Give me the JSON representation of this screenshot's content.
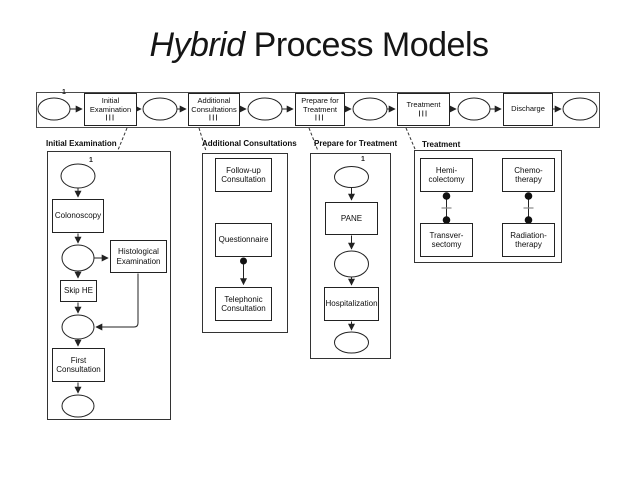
{
  "slide": {
    "title_em": "Hybrid",
    "title_rest": " Process Models"
  },
  "pool": {
    "instance_label": "1",
    "activities": [
      {
        "label": "Initial\nExamination",
        "marker": "|||"
      },
      {
        "label": "Additional\nConsultations",
        "marker": "|||"
      },
      {
        "label": "Prepare for\nTreatment",
        "marker": "|||"
      },
      {
        "label": "Treatment",
        "marker": "|||"
      },
      {
        "label": "Discharge",
        "marker": ""
      }
    ]
  },
  "groups": {
    "initial_examination": {
      "title": "Initial Examination",
      "instance_label": "1",
      "colonoscopy": "Colonoscopy",
      "histological_examination": "Histological\nExamination",
      "skip_he": "Skip HE",
      "first_consultation": "First\nConsultation"
    },
    "additional_consultations": {
      "title": "Additional Consultations",
      "follow_up_consultation": "Follow-up\nConsultation",
      "questionnaire": "Questionnaire",
      "telephonic_consultation": "Telephonic\nConsultation"
    },
    "prepare_for_treatment": {
      "title": "Prepare for Treatment",
      "instance_label": "1",
      "pane": "PANE",
      "hospitalization": "Hospitalization"
    },
    "treatment": {
      "title": "Treatment",
      "hemicolectomy": "Hemi-\ncolectomy",
      "chemotherapy": "Chemo-\ntherapy",
      "transversectomy": "Transver-\nsectomy",
      "radiation_therapy": "Radiation-\ntherapy"
    }
  }
}
